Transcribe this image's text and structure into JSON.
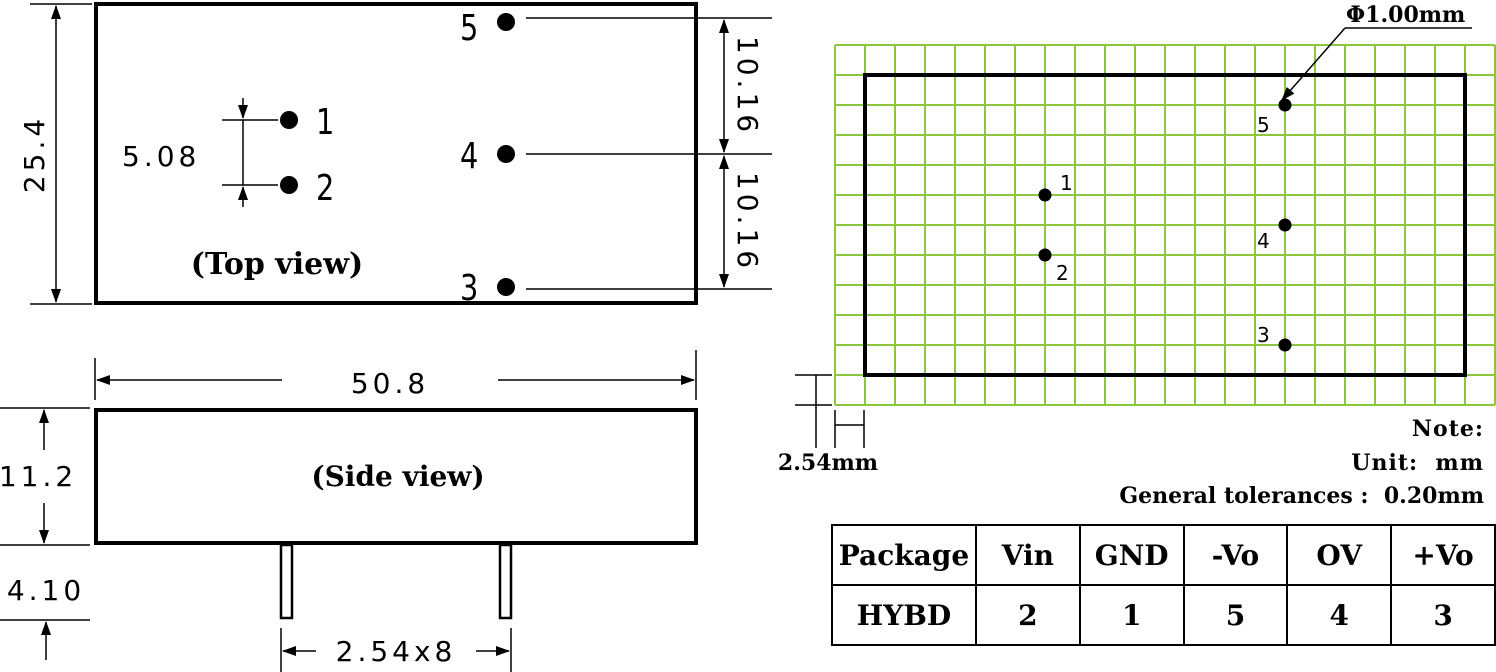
{
  "top_view": {
    "label": "(Top view)",
    "dim_width": "50.8",
    "dim_height": "25.4",
    "dim_pin_spacing_12": "5.08",
    "dim_pin_spacing_54": "10.16",
    "dim_pin_spacing_43": "10.16",
    "pins": [
      "1",
      "2",
      "3",
      "4",
      "5"
    ]
  },
  "side_view": {
    "label": "(Side view)",
    "dim_height": "11.2",
    "dim_pin_length": "4.10",
    "dim_pitch": "2.54x8"
  },
  "pcb_layout": {
    "hole_diameter": "Φ1.00mm",
    "grid_pitch": "2.54mm",
    "pins": [
      "1",
      "2",
      "3",
      "4",
      "5"
    ],
    "grid_color": "#8cc63f"
  },
  "notes": {
    "title": "Note:",
    "unit": "Unit:  mm",
    "tolerance": "General tolerances :  0.20mm"
  },
  "pin_table": {
    "headers": [
      "Package",
      "Vin",
      "GND",
      "-Vo",
      "OV",
      "+Vo"
    ],
    "row": [
      "HYBD",
      "2",
      "1",
      "5",
      "4",
      "3"
    ]
  }
}
